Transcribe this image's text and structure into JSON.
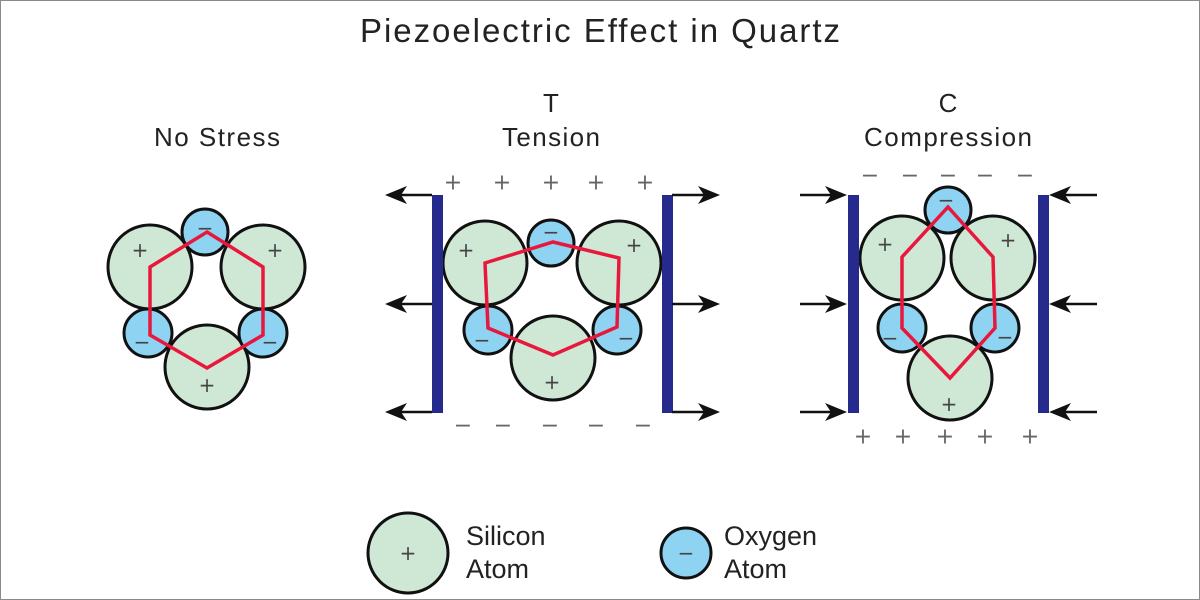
{
  "title": "Piezoelectric Effect in Quartz",
  "panels": {
    "no_stress": {
      "label": "No Stress"
    },
    "tension": {
      "letter": "T",
      "label": "Tension"
    },
    "compression": {
      "letter": "C",
      "label": "Compression"
    }
  },
  "charges": {
    "positive": "+",
    "negative": "−"
  },
  "legend": {
    "silicon": {
      "line1": "Silicon",
      "line2": "Atom",
      "charge": "+"
    },
    "oxygen": {
      "line1": "Oxygen",
      "line2": "Atom",
      "charge": "−"
    }
  },
  "colors": {
    "silicon": "#cfe8d6",
    "oxygen": "#8fd3f3",
    "hexagon": "#e8183d",
    "plate": "#262a8c"
  }
}
